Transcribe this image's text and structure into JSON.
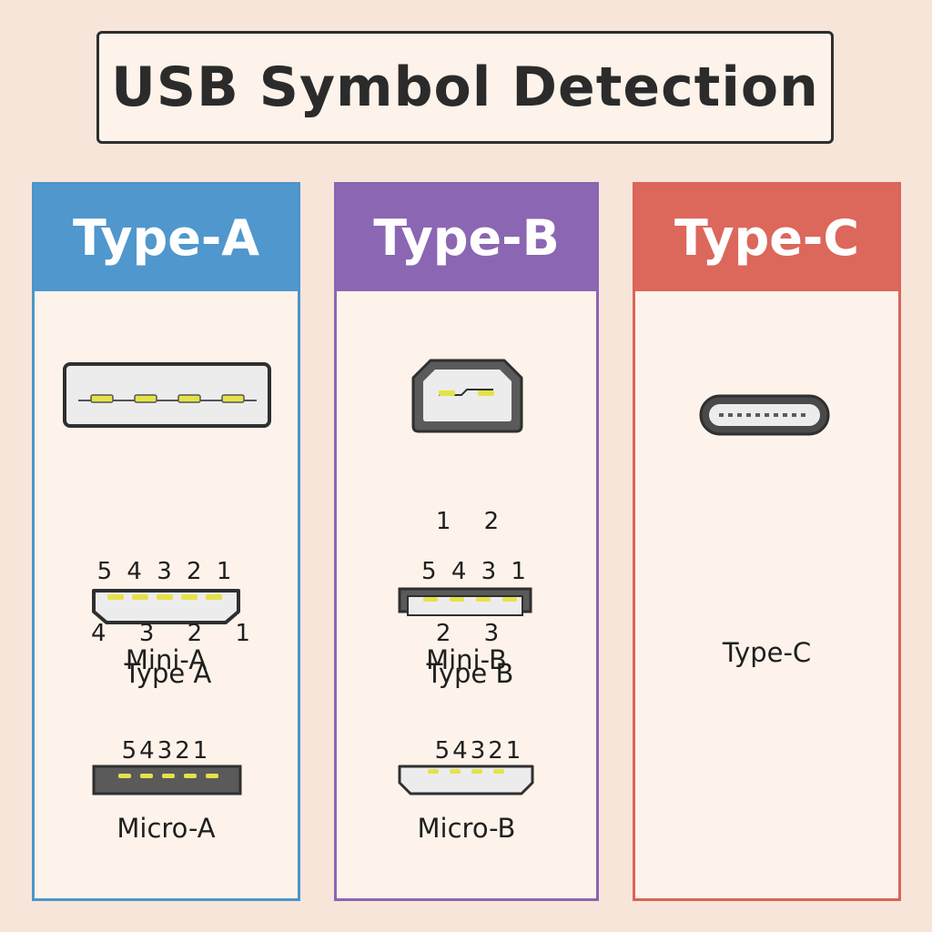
{
  "title": "USB Symbol Detection",
  "colors": {
    "background": "#f7e5da",
    "type_a": "#4f97cd",
    "type_b": "#8b66b2",
    "type_c": "#dc675b",
    "pin": "#e5e24a",
    "connector_dark": "#5a5a5a",
    "connector_light": "#ececec"
  },
  "columns": [
    {
      "header": "Type-A",
      "connectors": [
        {
          "name": "Type A",
          "pins": "4 3 2 1",
          "icon": "usb-type-a-icon"
        },
        {
          "name": "Mini-A",
          "pins": "5 4 3 2 1",
          "icon": "usb-mini-a-icon"
        },
        {
          "name": "Micro-A",
          "pins": "54321",
          "icon": "usb-micro-a-icon"
        }
      ]
    },
    {
      "header": "Type-B",
      "connectors": [
        {
          "name": "Type B",
          "pins_top": "1 2",
          "pins_bottom": "2 3",
          "icon": "usb-type-b-icon"
        },
        {
          "name": "Mini-B",
          "pins": "5 4 3 1",
          "icon": "usb-mini-b-icon"
        },
        {
          "name": "Micro-B",
          "pins": "54321",
          "icon": "usb-micro-b-icon"
        }
      ]
    },
    {
      "header": "Type-C",
      "connectors": [
        {
          "name": "Type-C",
          "icon": "usb-type-c-icon"
        }
      ]
    }
  ]
}
